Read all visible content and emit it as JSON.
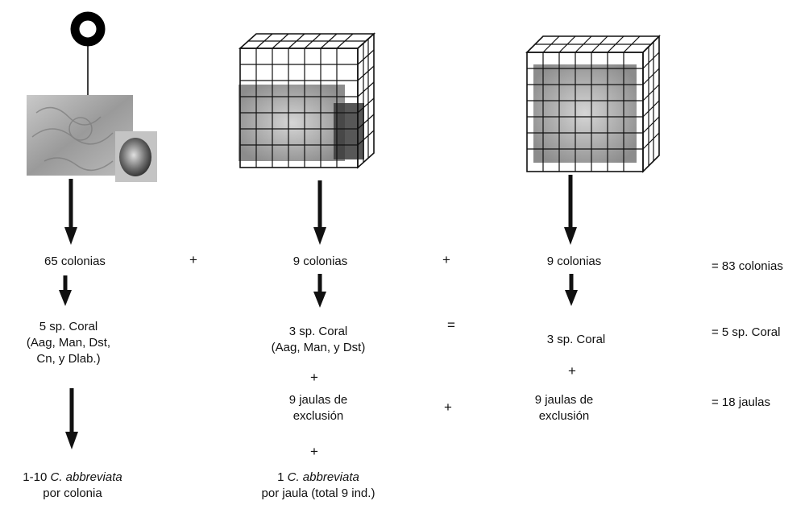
{
  "columns": [
    {
      "colonies": "65 colonias",
      "species": [
        "5 sp. Coral",
        "(Aag, Man, Dst,",
        "Cn, y Dlab.)"
      ],
      "ind_pre": "1-10 ",
      "ind_species": "C. abbreviata",
      "ind_post": "por colonia"
    },
    {
      "colonies": "9 colonias",
      "species": [
        "3 sp. Coral",
        "(Aag, Man, y Dst)"
      ],
      "cages": [
        "9 jaulas de",
        "exclusión"
      ],
      "ind_pre": "1 ",
      "ind_species": "C. abbreviata",
      "ind_post": "por jaula (total 9 ind.)"
    },
    {
      "colonies": "9 colonias",
      "species": [
        "3 sp. Coral"
      ],
      "cages": [
        "9 jaulas de",
        "exclusión"
      ]
    }
  ],
  "operators": {
    "plus": "+",
    "equals": "="
  },
  "totals": {
    "colonies": "= 83 colonias",
    "species": "= 5 sp. Coral",
    "cages": "= 18 jaulas"
  },
  "icons": [
    "marker-buoy-icon",
    "coral-photo",
    "snail-photo",
    "exclusion-cage-with-snail",
    "exclusion-cage"
  ]
}
